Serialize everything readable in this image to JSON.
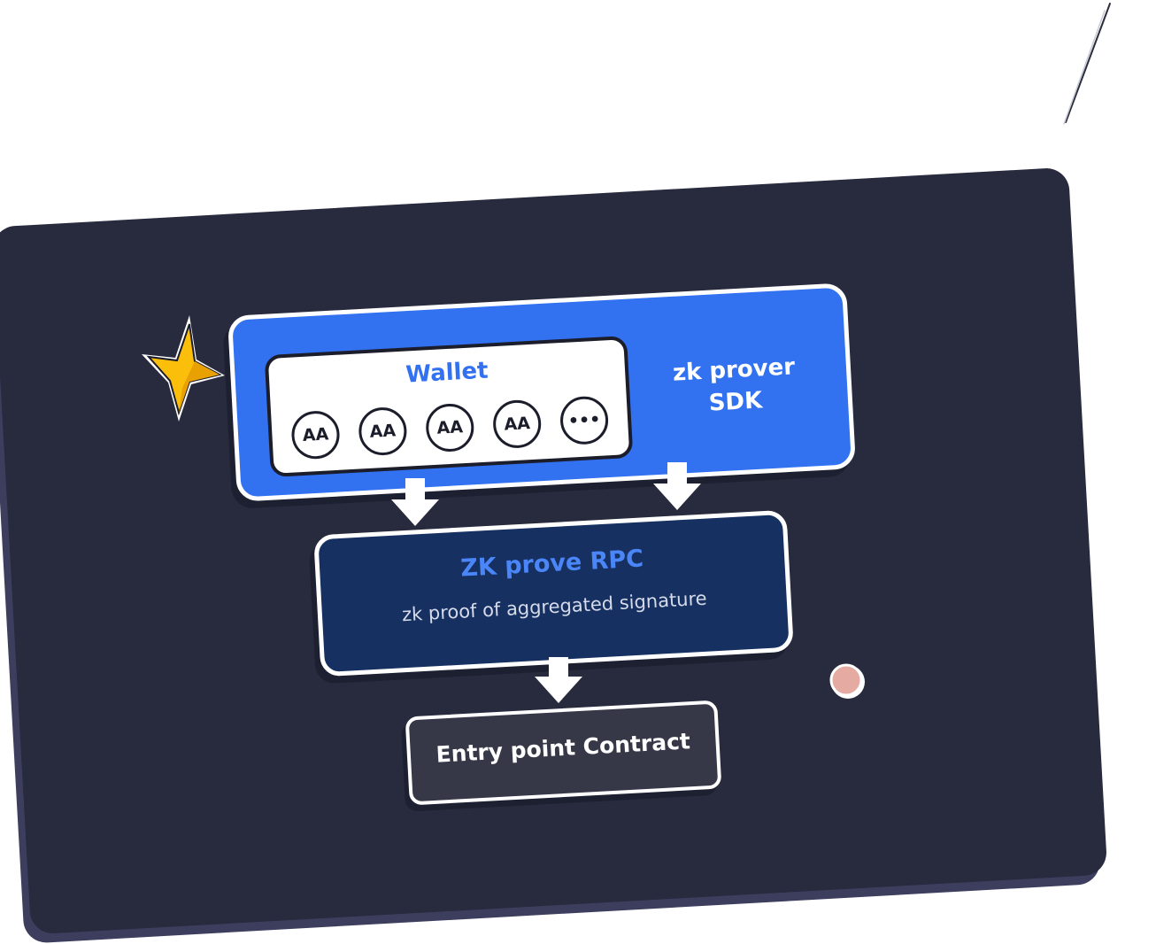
{
  "colors": {
    "card": "#282a3d",
    "card_edge": "#3d3e5e",
    "sdk_blue": "#3272f0",
    "rpc_navy": "#163061",
    "entry_gray": "#363848",
    "star_yellow": "#fbbf0b",
    "dot_pink": "#e5aba2"
  },
  "sdk": {
    "label_line1": "zk prover",
    "label_line2": "SDK"
  },
  "wallet": {
    "title": "Wallet",
    "accounts": [
      "AA",
      "AA",
      "AA",
      "AA",
      "•••"
    ]
  },
  "rpc": {
    "title": "ZK prove RPC",
    "subtitle": "zk proof  of aggregated signature"
  },
  "entry": {
    "label": "Entry point Contract"
  },
  "icons": {
    "star": "star-icon",
    "dot": "dot-icon",
    "arrow": "down-arrow-icon"
  }
}
